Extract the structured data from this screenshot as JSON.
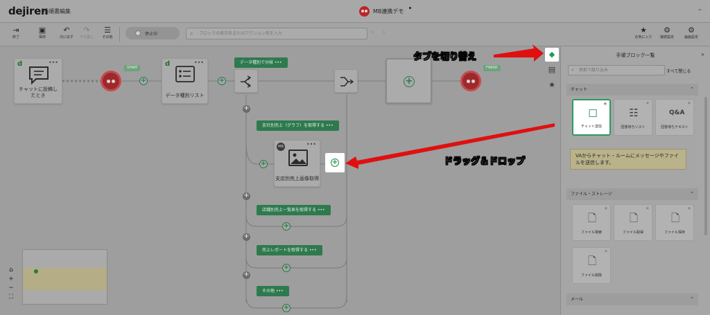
{
  "header": {
    "logo": "dejiren",
    "app_title": "手順書編集",
    "project_name": "MB連携デモ",
    "collapse_icon": "chevron-double-up-icon"
  },
  "toolbar": {
    "items": [
      {
        "label": "終了",
        "icon": "exit-icon"
      },
      {
        "label": "保存",
        "icon": "save-icon"
      },
      {
        "label": "元に戻す",
        "icon": "undo-icon"
      },
      {
        "label": "やり直し",
        "icon": "redo-icon"
      },
      {
        "label": "その他",
        "icon": "menu-icon"
      }
    ],
    "status": "停止中",
    "search_placeholder": "ブロックの表示名またはアクション名を入力",
    "right_items": [
      {
        "label": "お気に入り",
        "icon": "star-icon"
      },
      {
        "label": "接続設定",
        "icon": "connection-icon"
      },
      {
        "label": "画面設定",
        "icon": "settings-icon"
      }
    ]
  },
  "canvas": {
    "nodes": {
      "trigger": "チャットに投稿したとき",
      "data_list": "データ種別リスト",
      "image_node": "支店別売上画像取得",
      "image_badge": "MB"
    },
    "badges": {
      "start": "START",
      "finish": "FINISH"
    },
    "pills": {
      "branch": "データ種別で分岐",
      "graph": "支社別売上（グラフ）を取得する",
      "store": "店舗別売上一覧表を取得する",
      "report": "売上レポートを取得する",
      "other": "その他"
    },
    "pill_more": "•••"
  },
  "annotations": {
    "switch_tab": "タブを切り替え",
    "drag_drop": "ドラッグ＆ドロップ"
  },
  "panel": {
    "title": "手順ブロック一覧",
    "search_placeholder": "名前で絞り込み",
    "close_all": "すべて閉じる",
    "sections": {
      "chat": "チャット",
      "file": "ファイル・ストレージ",
      "mail": "メール"
    },
    "chat_cards": [
      {
        "label": "チャット送信",
        "icon": "chat-bubble-icon"
      },
      {
        "label": "回答待ちリスト",
        "icon": "list-icon"
      },
      {
        "label": "回答待ちテキスト",
        "icon": "qa-icon"
      }
    ],
    "file_cards": [
      {
        "label": "ファイル検索",
        "icon": "file-search-icon"
      },
      {
        "label": "ファイル取得",
        "icon": "file-download-icon"
      },
      {
        "label": "ファイル保存",
        "icon": "file-save-icon"
      },
      {
        "label": "ファイル削除",
        "icon": "file-delete-icon"
      }
    ],
    "tooltip": "VAからチャット・ルームにメッセージやファイルを送信します。"
  },
  "colors": {
    "accent": "#2e7a4e",
    "arrow": "#e01010",
    "end_node": "#9c2a2c"
  }
}
